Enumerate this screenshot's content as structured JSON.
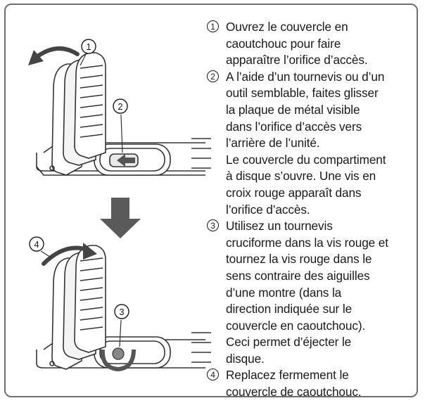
{
  "steps": [
    {
      "number": "1",
      "lines": [
        "Ouvrez le couvercle en",
        "caoutchouc pour faire",
        "apparaître l’orifice d’accès."
      ]
    },
    {
      "number": "2",
      "lines": [
        "A l’aide d’un tournevis ou d’un",
        "outil semblable, faites glisser",
        "la plaque de métal visible",
        "dans l’orifice d’accès vers",
        "l’arrière de l’unité.",
        "Le couvercle du compartiment",
        "à disque s’ouvre. Une vis en",
        "croix rouge apparaît dans",
        "l’orifice d’accès."
      ]
    },
    {
      "number": "3",
      "lines": [
        "Utilisez un tournevis",
        "cruciforme dans la vis rouge et",
        "tournez la vis rouge dans le",
        "sens contraire des aiguilles",
        "d’une montre (dans la",
        "direction indiquée sur le",
        "couvercle en caoutchouc).",
        "Ceci permet d’éjecter le",
        "disque."
      ]
    },
    {
      "number": "4",
      "lines": [
        "Replacez fermement le",
        "couvercle de caoutchouc."
      ]
    }
  ],
  "callouts": [
    "1",
    "2",
    "3",
    "4"
  ]
}
